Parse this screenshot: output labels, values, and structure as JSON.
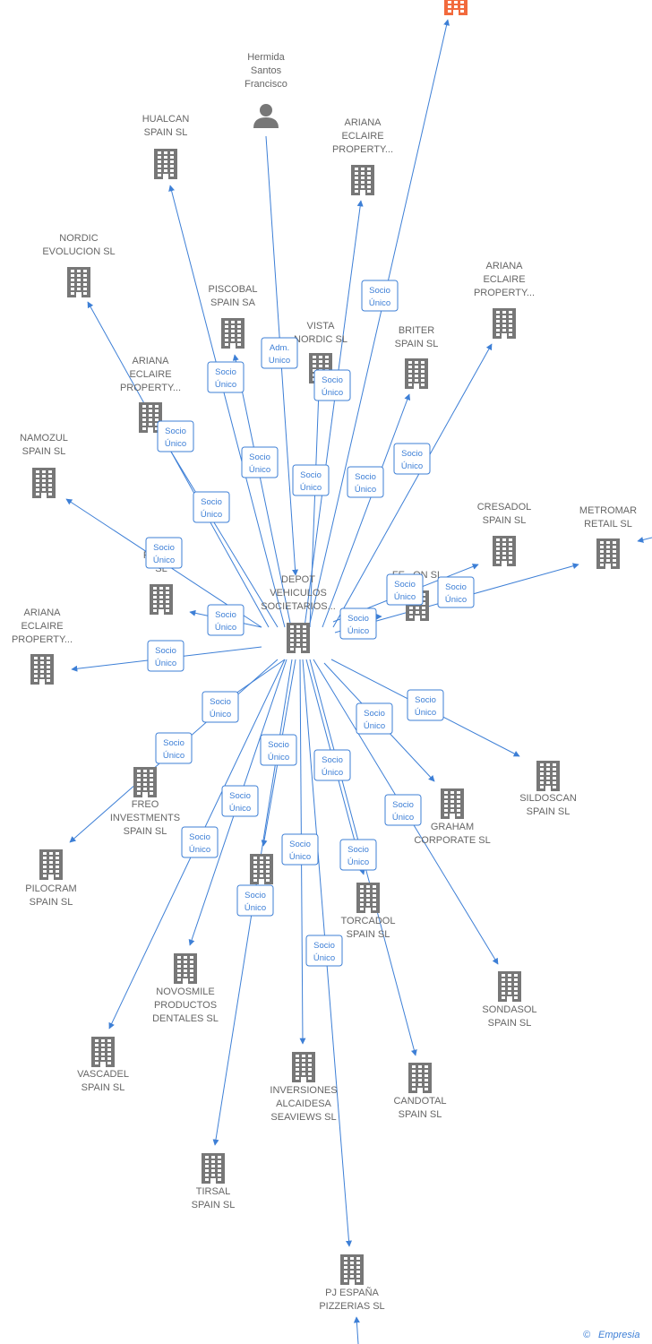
{
  "footer": {
    "copyright": "©",
    "brand": "Empresia"
  },
  "nodes": [
    {
      "id": "center",
      "type": "company",
      "lines": [
        "DEPOT",
        "VEHICULOS",
        "SOCIETARIOS..."
      ]
    },
    {
      "id": "top_focus",
      "type": "company_focus",
      "lines": []
    },
    {
      "id": "hermida",
      "type": "person",
      "lines": [
        "Hermida",
        "Santos",
        "Francisco"
      ]
    },
    {
      "id": "hualcan",
      "type": "company",
      "lines": [
        "HUALCAN",
        "SPAIN  SL"
      ]
    },
    {
      "id": "ariana1",
      "type": "company",
      "lines": [
        "ARIANA",
        "ECLAIRE",
        "PROPERTY..."
      ]
    },
    {
      "id": "nordic_evo",
      "type": "company",
      "lines": [
        "NORDIC",
        "EVOLUCION  SL"
      ]
    },
    {
      "id": "piscobal",
      "type": "company",
      "lines": [
        "PISCOBAL",
        "SPAIN SA"
      ]
    },
    {
      "id": "ariana2",
      "type": "company",
      "lines": [
        "ARIANA",
        "ECLAIRE",
        "PROPERTY..."
      ]
    },
    {
      "id": "vista",
      "type": "company",
      "lines": [
        "VISTA",
        "NORDIC  SL"
      ]
    },
    {
      "id": "briter",
      "type": "company",
      "lines": [
        "BRITER",
        "SPAIN  SL"
      ]
    },
    {
      "id": "ariana3",
      "type": "company",
      "lines": [
        "ARIANA",
        "ECLAIRE",
        "PROPERTY..."
      ]
    },
    {
      "id": "namozul",
      "type": "company",
      "lines": [
        "NAMOZUL",
        "SPAIN  SL"
      ]
    },
    {
      "id": "pro",
      "type": "company",
      "lines": [
        "PRO...S",
        "SL"
      ]
    },
    {
      "id": "ariana4",
      "type": "company",
      "lines": [
        "ARIANA",
        "ECLAIRE",
        "PROPERTY..."
      ]
    },
    {
      "id": "cresadol",
      "type": "company",
      "lines": [
        "CRESADOL",
        "SPAIN  SL"
      ]
    },
    {
      "id": "metromar",
      "type": "company",
      "lines": [
        "METROMAR",
        "RETAIL  SL"
      ]
    },
    {
      "id": "fe",
      "type": "company",
      "lines": [
        "FE...ON  SL"
      ]
    },
    {
      "id": "sildoscan",
      "type": "company",
      "lines": [
        "SILDOSCAN",
        "SPAIN  SL"
      ]
    },
    {
      "id": "graham",
      "type": "company",
      "lines": [
        "GRAHAM",
        "CORPORATE  SL"
      ]
    },
    {
      "id": "freo",
      "type": "company",
      "lines": [
        "FREO",
        "INVESTMENTS",
        "SPAIN  SL"
      ]
    },
    {
      "id": "pilocram",
      "type": "company",
      "lines": [
        "PILOCRAM",
        "SPAIN  SL"
      ]
    },
    {
      "id": "al",
      "type": "company",
      "lines": [
        "...AL",
        "...SL"
      ]
    },
    {
      "id": "torcadol",
      "type": "company",
      "lines": [
        "TORCADOL",
        "SPAIN  SL"
      ]
    },
    {
      "id": "novosmile",
      "type": "company",
      "lines": [
        "NOVOSMILE",
        "PRODUCTOS",
        "DENTALES  SL"
      ]
    },
    {
      "id": "sondasol",
      "type": "company",
      "lines": [
        "SONDASOL",
        "SPAIN  SL"
      ]
    },
    {
      "id": "vascadel",
      "type": "company",
      "lines": [
        "VASCADEL",
        "SPAIN  SL"
      ]
    },
    {
      "id": "inversiones",
      "type": "company",
      "lines": [
        "INVERSIONES",
        "ALCAIDESA",
        "SEAVIEWS  SL"
      ]
    },
    {
      "id": "candotal",
      "type": "company",
      "lines": [
        "CANDOTAL",
        "SPAIN  SL"
      ]
    },
    {
      "id": "tirsal",
      "type": "company",
      "lines": [
        "TIRSAL",
        "SPAIN  SL"
      ]
    },
    {
      "id": "pj",
      "type": "company",
      "lines": [
        "PJ ESPAÑA",
        "PIZZERIAS  SL"
      ]
    }
  ],
  "edges": [
    {
      "from": "center",
      "to": "top_focus",
      "label": [
        "Socio",
        "Único"
      ]
    },
    {
      "from": "hermida",
      "to": "center",
      "label": [
        "Adm.",
        "Unico"
      ]
    },
    {
      "from": "center",
      "to": "hualcan",
      "label": [
        "Socio",
        "Único"
      ]
    },
    {
      "from": "center",
      "to": "ariana1",
      "label": [
        "Socio",
        "Único"
      ]
    },
    {
      "from": "center",
      "to": "nordic_evo",
      "label": [
        "Socio",
        "Único"
      ]
    },
    {
      "from": "center",
      "to": "piscobal",
      "label": [
        "Socio",
        "Único"
      ]
    },
    {
      "from": "center",
      "to": "ariana2",
      "label": [
        "Socio",
        "Único"
      ]
    },
    {
      "from": "center",
      "to": "vista",
      "label": [
        "Socio",
        "Único"
      ]
    },
    {
      "from": "center",
      "to": "briter",
      "label": [
        "Socio",
        "Único"
      ]
    },
    {
      "from": "center",
      "to": "ariana3",
      "label": [
        "Socio",
        "Único"
      ]
    },
    {
      "from": "center",
      "to": "namozul",
      "label": [
        "Socio",
        "Único"
      ]
    },
    {
      "from": "center",
      "to": "pro",
      "label": [
        "Socio",
        "Único"
      ]
    },
    {
      "from": "center",
      "to": "ariana4",
      "label": [
        "Socio",
        "Único"
      ]
    },
    {
      "from": "center",
      "to": "cresadol",
      "label": [
        "Socio",
        "Único"
      ]
    },
    {
      "from": "center",
      "to": "metromar",
      "label": [
        "Socio",
        "Único"
      ]
    },
    {
      "from": "center",
      "to": "fe",
      "label": [
        "Socio",
        "Único"
      ]
    },
    {
      "from": "center",
      "to": "sildoscan",
      "label": [
        "Socio",
        "Único"
      ]
    },
    {
      "from": "center",
      "to": "graham",
      "label": [
        "Socio",
        "Único"
      ]
    },
    {
      "from": "center",
      "to": "freo",
      "label": [
        "Socio",
        "Único"
      ]
    },
    {
      "from": "center",
      "to": "pilocram",
      "label": [
        "Socio",
        "Único"
      ]
    },
    {
      "from": "center",
      "to": "al",
      "label": [
        "Socio",
        "Único"
      ]
    },
    {
      "from": "center",
      "to": "torcadol",
      "label": [
        "Socio",
        "Único"
      ]
    },
    {
      "from": "center",
      "to": "novosmile",
      "label": [
        "Socio",
        "Único"
      ]
    },
    {
      "from": "center",
      "to": "sondasol",
      "label": [
        "Socio",
        "Único"
      ]
    },
    {
      "from": "center",
      "to": "vascadel",
      "label": [
        "Socio",
        "Único"
      ]
    },
    {
      "from": "center",
      "to": "inversiones",
      "label": [
        "Socio",
        "Único"
      ]
    },
    {
      "from": "center",
      "to": "candotal",
      "label": [
        "Socio",
        "Único"
      ]
    },
    {
      "from": "center",
      "to": "tirsal",
      "label": [
        "Socio",
        "Único"
      ]
    },
    {
      "from": "center",
      "to": "pj",
      "label": [
        "Socio",
        "Único"
      ]
    }
  ]
}
